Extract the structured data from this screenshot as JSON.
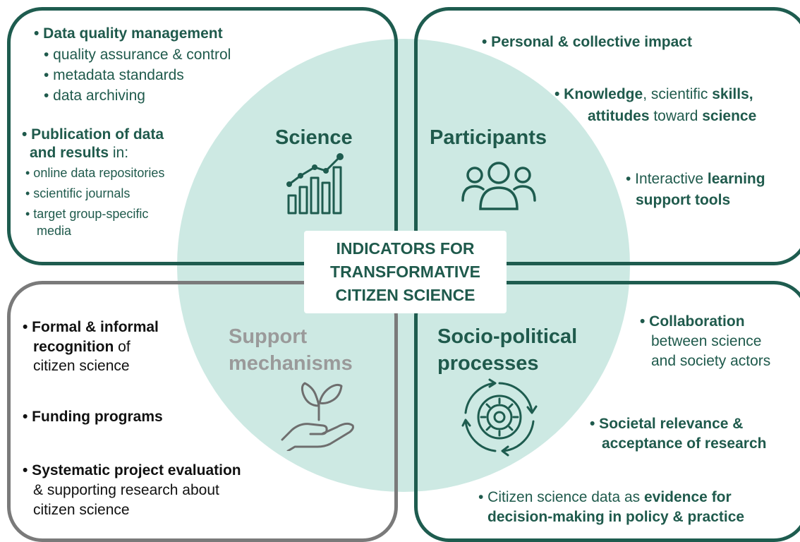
{
  "center_title": [
    "INDICATORS FOR",
    "TRANSFORMATIVE",
    "CITIZEN SCIENCE"
  ],
  "colors": {
    "dark_green": "#1e5c4f",
    "circle_fill": "#cde9e3",
    "gray_border": "#7a7a7a",
    "gray_title": "#9a9a9a"
  },
  "science": {
    "title": "Science",
    "icon": "bar-chart-growth-icon",
    "dq_heading": "• Data quality management",
    "dq_items": [
      "• quality assurance & control",
      "• metadata standards",
      "• data archiving"
    ],
    "pub_heading_1": "• Publication of data",
    "pub_heading_2_bold": "and results",
    "pub_heading_2_rest": " in:",
    "pub_items": [
      "• online data repositories",
      "• scientific journals",
      "• target group-specific",
      "media"
    ]
  },
  "participants": {
    "title": "Participants",
    "icon": "people-group-icon",
    "impact": "• Personal & collective impact",
    "knowledge_bold": "• Knowledge",
    "knowledge_rest": ", scientific ",
    "skills_bold": "skills,",
    "attitudes_bold": "attitudes",
    "attitudes_rest": " toward ",
    "science_bold": "science",
    "interactive_rest": "• Interactive ",
    "learning_bold": "learning",
    "support_tools_bold": "support tools"
  },
  "support": {
    "title_1": "Support",
    "title_2": "mechanisms",
    "icon": "hand-plant-icon",
    "formal_bold": "• Formal & informal",
    "recognition_bold": "recognition",
    "recognition_rest": " of",
    "citizen_science_1": "citizen science",
    "funding": "• Funding programs",
    "evaluation_bold": "• Systematic project evaluation",
    "evaluation_rest": "& supporting research about",
    "citizen_science_2": "citizen science"
  },
  "socio": {
    "title_1": "Socio-political",
    "title_2": "processes",
    "icon": "gear-cycle-icon",
    "collab_bold": "• Collaboration",
    "collab_rest_1": "between science",
    "collab_rest_2": "and society actors",
    "relevance_1": "• Societal relevance &",
    "relevance_2": "acceptance of research",
    "evidence_rest": "• Citizen science data as ",
    "evidence_bold": "evidence for",
    "decision_bold": "decision-making in policy & practice"
  }
}
